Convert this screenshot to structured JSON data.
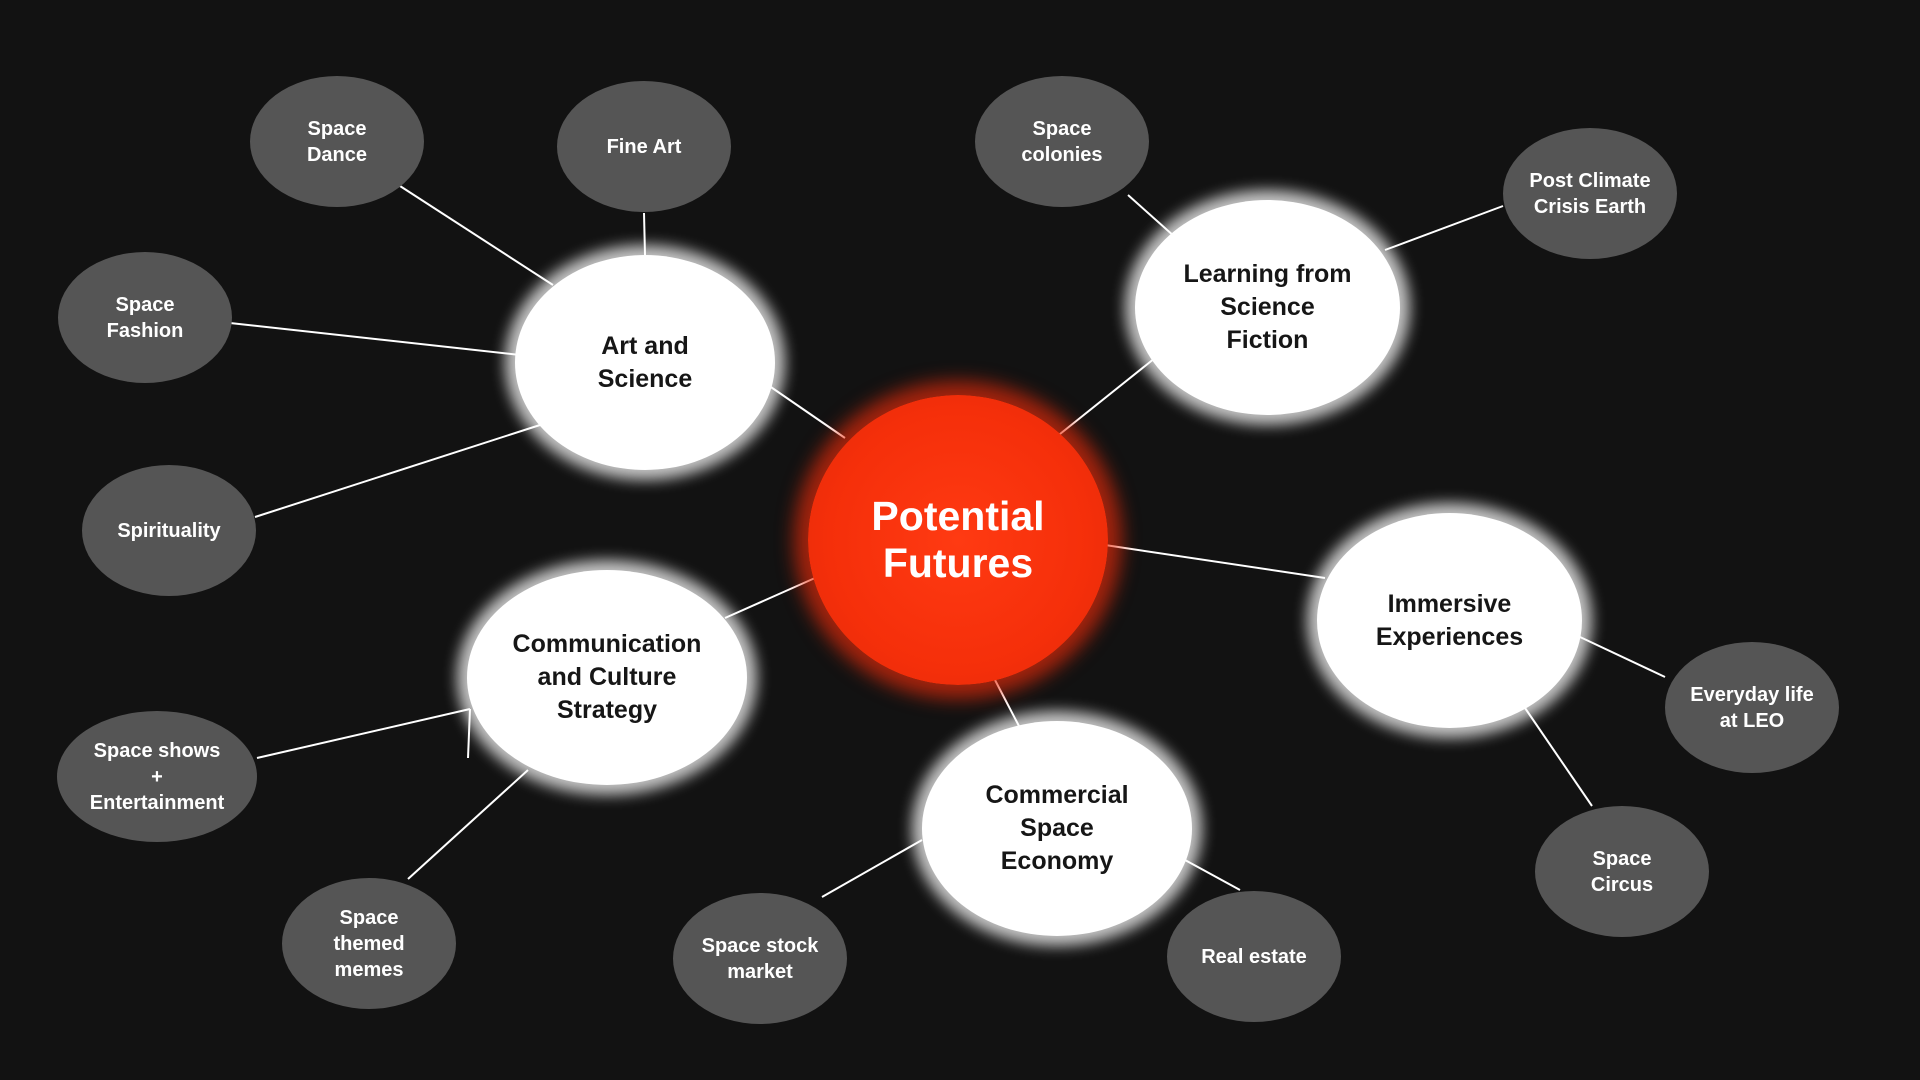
{
  "diagram": {
    "colors": {
      "background": "#121212",
      "center_fill": "#f52f0a",
      "hub_fill": "#ffffff",
      "leaf_fill": "#555555",
      "connector": "#ffffff"
    },
    "center": {
      "label": "Potential\nFutures"
    },
    "hubs": {
      "art_science": {
        "label": "Art and\nScience"
      },
      "learning_scifi": {
        "label": "Learning from\nScience\nFiction"
      },
      "immersive": {
        "label": "Immersive\nExperiences"
      },
      "communication": {
        "label": "Communication\nand Culture\nStrategy"
      },
      "commercial": {
        "label": "Commercial\nSpace\nEconomy"
      }
    },
    "leaves": {
      "space_dance": {
        "label": "Space\nDance"
      },
      "fine_art": {
        "label": "Fine Art"
      },
      "space_fashion": {
        "label": "Space\nFashion"
      },
      "spirituality": {
        "label": "Spirituality"
      },
      "space_colonies": {
        "label": "Space\ncolonies"
      },
      "post_climate": {
        "label": "Post Climate\nCrisis Earth"
      },
      "everyday_leo": {
        "label": "Everyday life\nat LEO"
      },
      "space_circus": {
        "label": "Space\nCircus"
      },
      "space_shows": {
        "label": "Space shows\n+\nEntertainment"
      },
      "space_memes": {
        "label": "Space\nthemed\nmemes"
      },
      "space_stock": {
        "label": "Space stock\nmarket"
      },
      "real_estate": {
        "label": "Real estate"
      }
    }
  }
}
